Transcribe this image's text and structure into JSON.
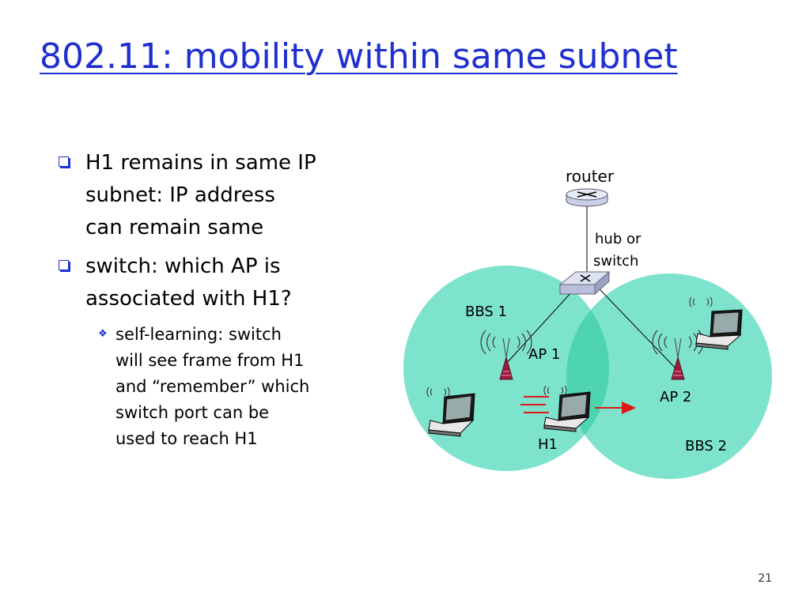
{
  "slide": {
    "title": "802.11: mobility within same subnet",
    "page_number": "21"
  },
  "bullets": [
    {
      "lines": [
        "H1 remains in same IP",
        "subnet: IP address",
        "can remain same"
      ]
    },
    {
      "lines": [
        "switch: which AP is",
        "associated with H1?"
      ],
      "sub": {
        "lines": [
          "self-learning: switch",
          "will see frame from H1",
          "and “remember” which",
          "switch port can be",
          "used to reach H1"
        ]
      }
    }
  ],
  "diagram": {
    "router_label": "router",
    "switch_label_1": "hub or",
    "switch_label_2": "switch",
    "bbs1_label": "BBS 1",
    "bbs2_label": "BBS 2",
    "ap1_label": "AP 1",
    "ap2_label": "AP 2",
    "h1_label": "H1",
    "colors": {
      "title": "#1f2fd0",
      "cell": "#7ee3cd",
      "cell_overlap": "#4fd4b0",
      "antenna": "#9b1b3a",
      "arrow": "#e01818"
    }
  }
}
